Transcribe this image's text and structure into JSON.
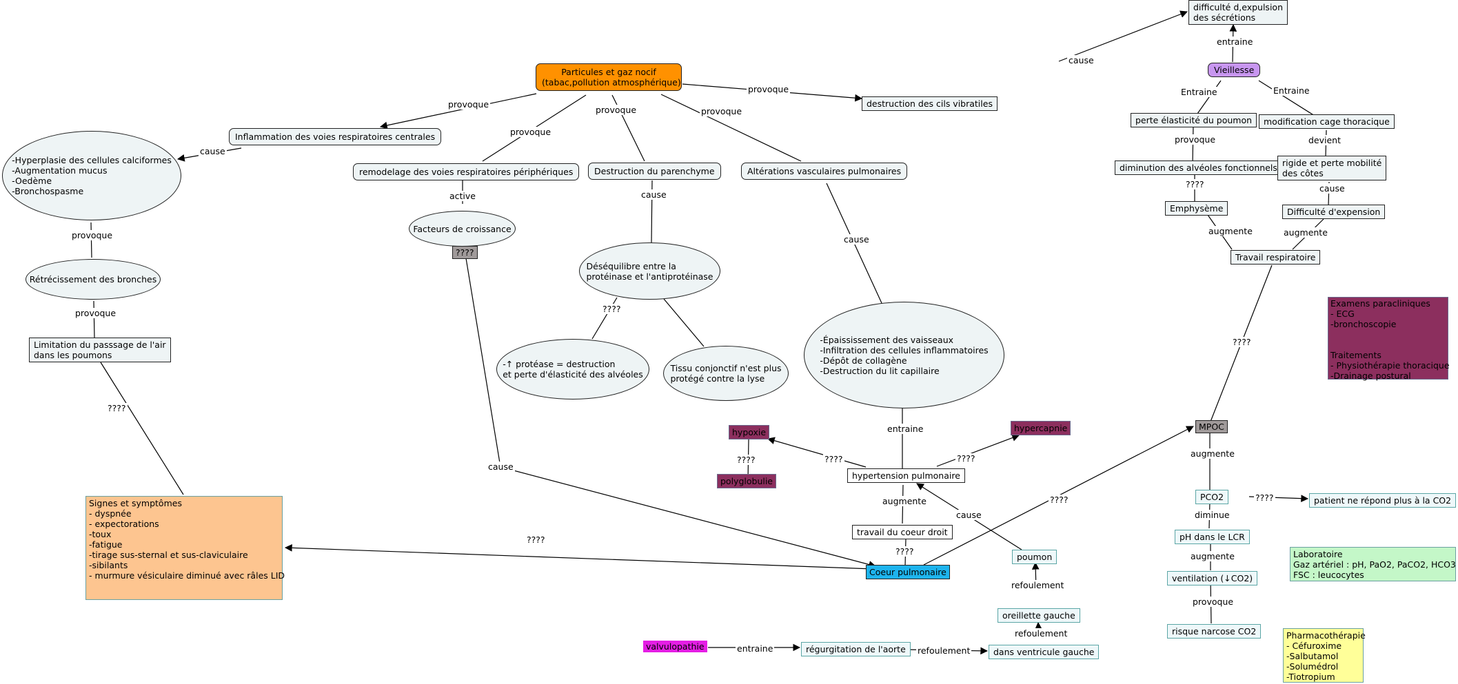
{
  "nodes": {
    "particules": "Particules et gaz nocif\n(tabac,pollution atmosphérique)",
    "inflammation": "Inflammation des voies respiratoires centrales",
    "hyperplasie": "-Hyperplasie des cellules calciformes\n-Augmentation mucus\n-Oedème\n-Bronchospasme",
    "retrecissement": "Rétrécissement des bronches",
    "limitation": "Limitation du passsage de l'air\ndans les poumons",
    "signes": "Signes et symptômes\n- dyspnée\n- expectorations\n-toux\n-fatigue\n-tirage sus-sternal et sus-claviculaire\n-sibilants\n- murmure vésiculaire diminué avec râles LID",
    "remodelage": "remodelage des voies respiratoires périphériques",
    "facteurs": "Facteurs de croissance",
    "unk_box": "????",
    "destruction_par": "Destruction du parenchyme",
    "desequilibre": "Déséquilibre entre la\nprotéinase et l'antiprotéinase",
    "protease": "-↑ protéase = destruction\net perte d'élasticité des alvéoles",
    "tissu": "Tissu conjonctif n'est plus\nprotégé contre la lyse",
    "alterations": "Altérations vasculaires pulmonaires",
    "epaississement": "-Épaississement des vaisseaux\n-Infiltration des cellules inflammatoires\n-Dépôt de collagène\n-Destruction du lit capillaire",
    "destruction_cils": "destruction des cils vibratiles",
    "difficulte_exp": "difficulté d,expulsion\ndes sécrétions",
    "vieillesse": "Vieillesse",
    "perte_elast": "perte élasticité du poumon",
    "modification": "modification cage thoracique",
    "diminution": "diminution des alvéoles fonctionnels",
    "rigide": "rigide et perte mobilité\ndes côtes",
    "emphyseme": "Emphysème",
    "difficulte_expension": "Difficulté d'expension",
    "travail_resp": "Travail respiratoire",
    "hypoxie": "hypoxie",
    "polyglobulie": "polyglobulie",
    "hypercapnie": "hypercapnie",
    "hypertension": "hypertension pulmonaire",
    "travail_coeur": "travail du coeur droit",
    "coeur_pulm": "Coeur pulmonaire",
    "poumon": "poumon",
    "oreillette": "oreillette gauche",
    "ventricule": "dans ventricule gauche",
    "regurgitation": "régurgitation de l'aorte",
    "valvulopathie": "valvulopathie",
    "mpoc": "MPOC",
    "pco2": "PCO2",
    "patient": "patient ne répond plus à la CO2",
    "ph": "pH dans le LCR",
    "ventilation": "ventilation (↓CO2)",
    "risque": "risque narcose CO2",
    "examens": "Examens paracliniques\n- ECG\n-bronchoscopie\n\n\nTraitements\n- Physiothérapie thoracique\n-Drainage postural",
    "laboratoire": "Laboratoire\nGaz artériel : pH, PaO2, PaCO2, HCO3\nFSC : leucocytes",
    "pharmaco": "Pharmacothérapie\n- Céfuroxime\n-Salbutamol\n-Solumédrol\n-Tiotropium"
  },
  "labels": {
    "provoque_1": "provoque",
    "cause_1": "cause",
    "provoque_2": "provoque",
    "provoque_3": "provoque",
    "q_1": "????",
    "provoque_4": "provoque",
    "active": "active",
    "provoque_5": "provoque",
    "cause_2": "cause",
    "q_2": "????",
    "provoque_6": "provoque",
    "cause_3": "cause",
    "provoque_7": "provoque",
    "cause_4": "cause",
    "entraine_1": "entraine",
    "cause_5": "cause",
    "entraine_2": "entraine",
    "entraine_3": "Entraine",
    "entraine_4": "Entraine",
    "provoque_8": "provoque",
    "devient": "devient",
    "q_3": "????",
    "cause_6": "cause",
    "augmente_1": "augmente",
    "augmente_2": "augmente",
    "q_4": "????",
    "q_5": "????",
    "q_6": "????",
    "q_7": "????",
    "augmente_3": "augmente",
    "q_8": "????",
    "cause_7": "cause",
    "q_9": "????",
    "refoulement_1": "refoulement",
    "refoulement_2": "refoulement",
    "refoulement_3": "refoulement",
    "entraine_5": "entraine",
    "augmente_4": "augmente",
    "q_10": "????",
    "diminue": "diminue",
    "augmente_5": "augmente",
    "provoque_9": "provoque",
    "q_11": "????"
  },
  "colors": {
    "node_fill": "#eef4f5",
    "particules": "#ff9100",
    "vieillesse": "#c896f0",
    "coeur_pulmonaire": "#1eb4ee",
    "signes": "#fdc590",
    "maroon": "#8c2f5e",
    "valvulopathie": "#e41ee4",
    "laboratoire": "#c4f7c8",
    "pharmacotherapie": "#ffff99",
    "unknown": "#a09a9a"
  }
}
